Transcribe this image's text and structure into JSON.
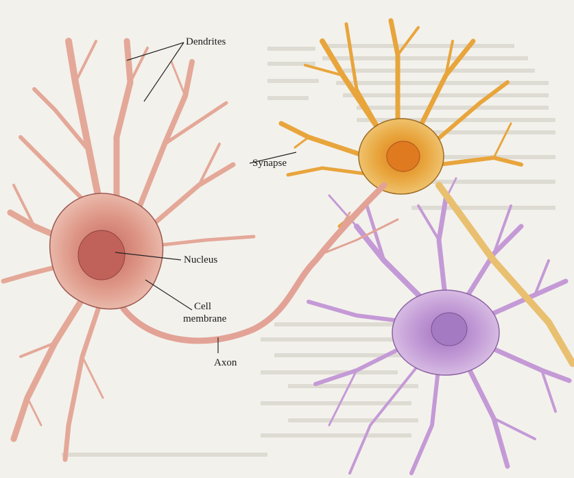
{
  "labels": {
    "dendrites": "Dendrites",
    "synapse": "Synapse",
    "nucleus": "Nucleus",
    "cell": "Cell",
    "membrane": "membrane",
    "axon": "Axon"
  },
  "colors": {
    "page_background": "#f3f1ec",
    "sensory_neuron": "#e3a08e",
    "sensory_nucleus": "#b45550",
    "upper_neuron": "#e6a43c",
    "upper_nucleus": "#d8741c",
    "lower_neuron": "#c198d6",
    "lower_nucleus": "#9c6cbc",
    "leader_lines": "#222222"
  }
}
